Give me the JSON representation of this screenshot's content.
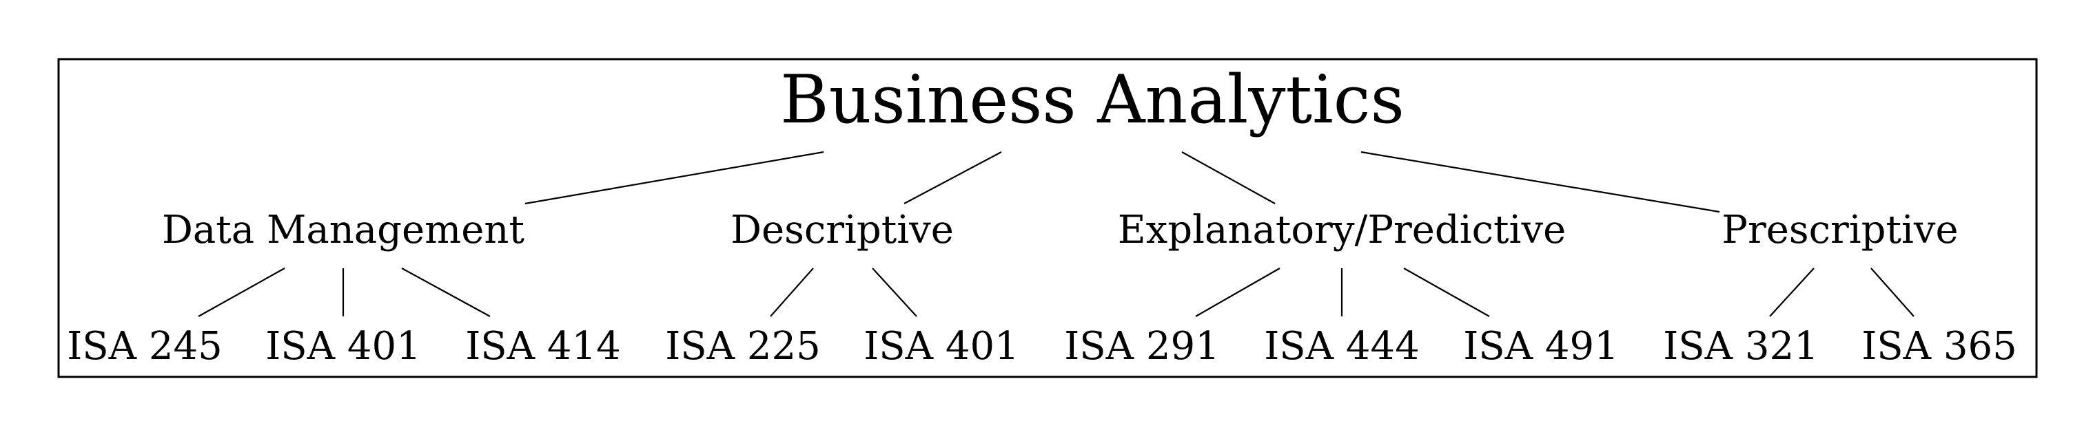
{
  "title": "Business Analytics",
  "highlight_color": "#c8102e",
  "text_color": "#000000",
  "categories": [
    {
      "name": "Data Management",
      "courses": [
        {
          "label": "ISA 245",
          "highlighted": false
        },
        {
          "label": "ISA 401",
          "highlighted": true
        },
        {
          "label": "ISA 414",
          "highlighted": false
        }
      ]
    },
    {
      "name": "Descriptive",
      "courses": [
        {
          "label": "ISA 225",
          "highlighted": false
        },
        {
          "label": "ISA 401",
          "highlighted": true
        }
      ]
    },
    {
      "name": "Explanatory/Predictive",
      "courses": [
        {
          "label": "ISA 291",
          "highlighted": false
        },
        {
          "label": "ISA 444",
          "highlighted": false
        },
        {
          "label": "ISA 491",
          "highlighted": false
        }
      ]
    },
    {
      "name": "Prescriptive",
      "courses": [
        {
          "label": "ISA 321",
          "highlighted": false
        },
        {
          "label": "ISA 365",
          "highlighted": false
        }
      ]
    }
  ]
}
